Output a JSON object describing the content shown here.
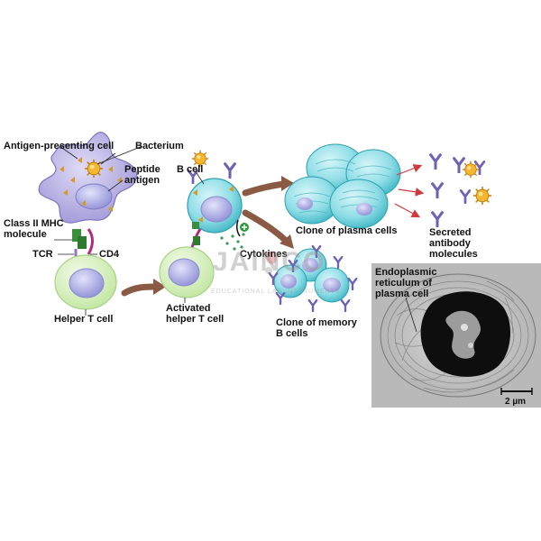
{
  "labels": {
    "antigen_presenting_cell": "Antigen-presenting cell",
    "bacterium": "Bacterium",
    "peptide_antigen": "Peptide antigen",
    "b_cell": "B cell",
    "class_ii_mhc": "Class II MHC molecule",
    "tcr": "TCR",
    "cd4": "CD4",
    "helper_t_cell": "Helper T cell",
    "activated_helper_t_cell": "Activated helper T cell",
    "cytokines": "Cytokines",
    "clone_plasma_cells": "Clone of plasma cells",
    "secreted_antibody": "Secreted antibody molecules",
    "clone_memory_b_cells": "Clone of memory B cells",
    "er_plasma_cell": "Endoplasmic reticulum of plasma cell",
    "scale_bar": "2 µm"
  },
  "watermark": {
    "logo": "JAINCO",
    "subtitle": "EDUCATIONAL LAB INSTRUMENTS"
  },
  "colors": {
    "apc": "#b7b3e4",
    "t_cell": "#d7f0bf",
    "b_cell": "#7fd6e0",
    "nucleus": "#a9a8e0",
    "antibody": "#6f62b3",
    "arrow": "#8a5a44",
    "bacterium": "#f2a51c",
    "mhc": "#3a8f3c",
    "cd4": "#b32a78"
  }
}
